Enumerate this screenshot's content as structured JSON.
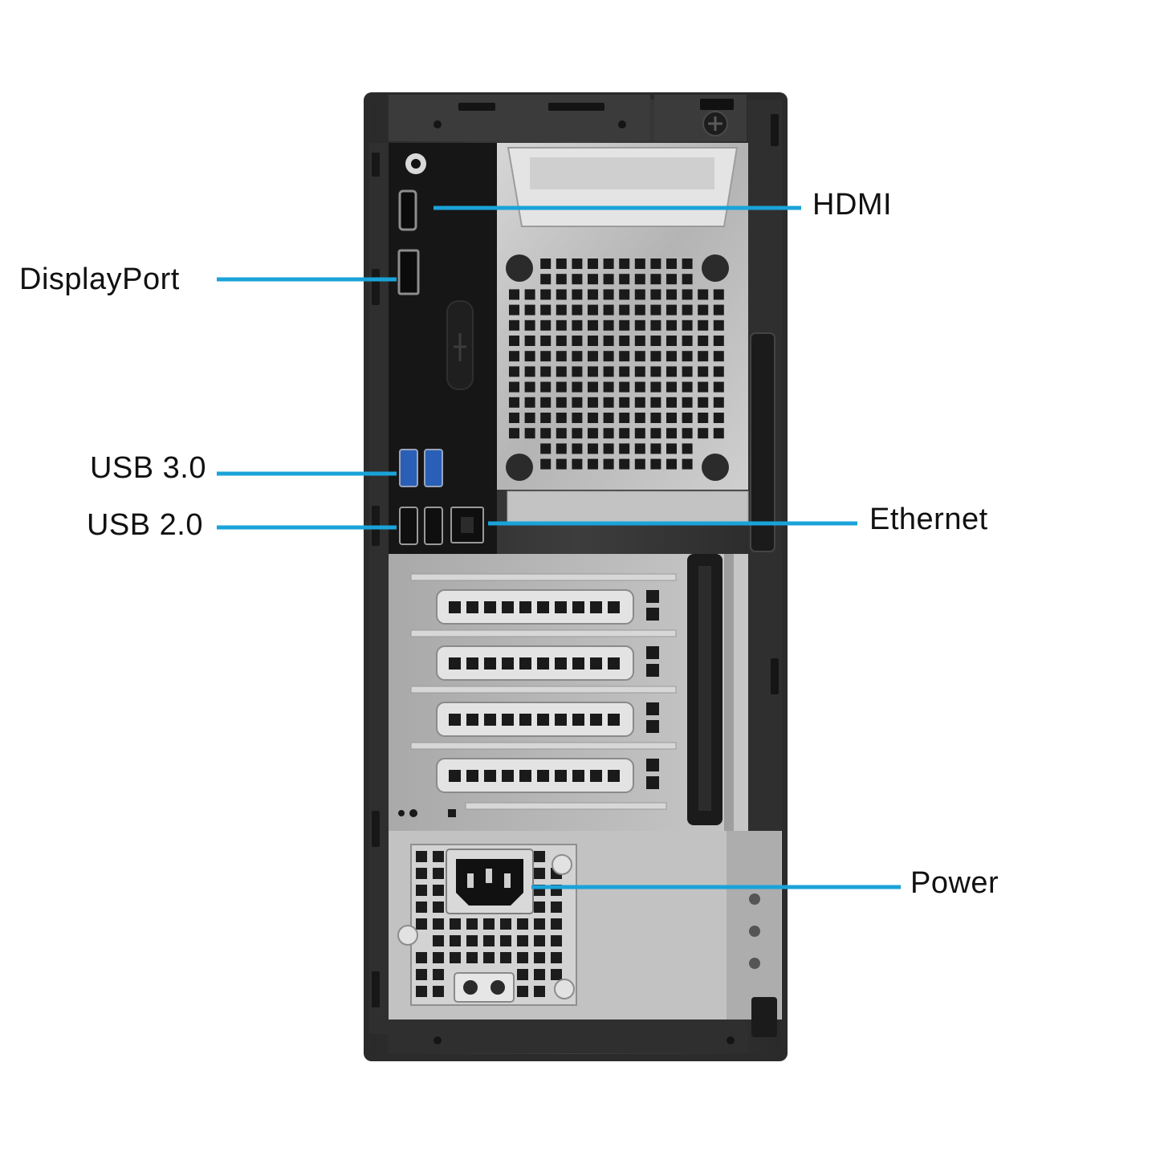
{
  "labels": {
    "displayport": "DisplayPort",
    "usb3": "USB 3.0",
    "usb2": "USB 2.0",
    "hdmi": "HDMI",
    "ethernet": "Ethernet",
    "power": "Power"
  },
  "colors": {
    "leader_line": "#1aa3d9",
    "case_frame": "#3a3a3a",
    "case_bezel": "#1f1f1f",
    "metal_panel": "#b9b9b9",
    "io_panel": "#161616",
    "port_usb3": "#2a5fb8",
    "label_text": "#111111"
  }
}
